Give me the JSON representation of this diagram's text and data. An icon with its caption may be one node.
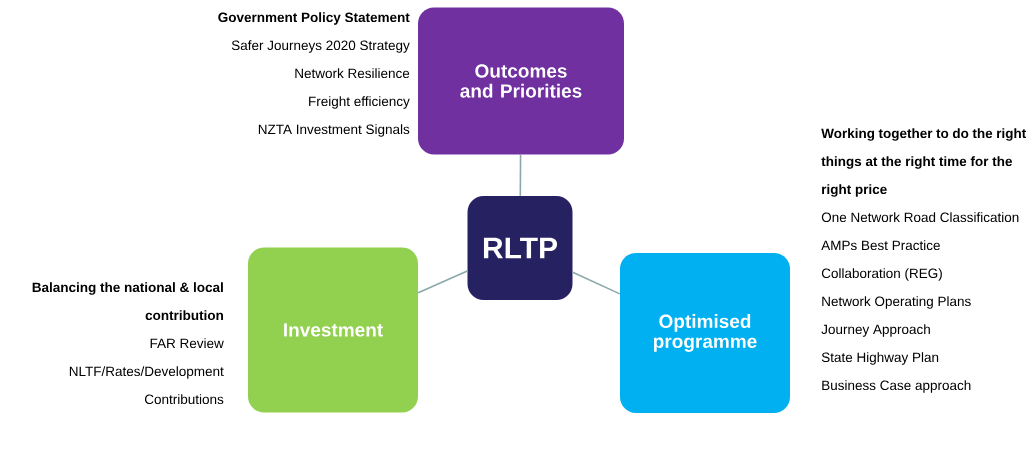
{
  "diagram": {
    "nodes": [
      {
        "text": [
          "Outcomes and Priorities"
        ],
        "beside": [
          "Government Policy Statement",
          "Safer Journeys 2020 Strategy",
          "Network Resilience",
          "Freight efficiency",
          "NZTA Investment Signals"
        ]
      },
      {
        "text": [
          "RLTP"
        ]
      },
      {
        "text": [
          "Investment"
        ],
        "beside": [
          "Balancing the national & local contribution",
          "FAR Review",
          "NLTF/Rates/Development Contributions"
        ]
      },
      {
        "text": [
          "Optimised programme"
        ],
        "beside": [
          "Working together to do the right things at the right time for the right price",
          "One Network Road Classification",
          "AMPs Best Practice",
          "Collaboration (REG)",
          "Network Operating Plans",
          "Journey Approach",
          "State Highway Plan",
          "Business Case approach"
        ]
      }
    ],
    "edges": [
      {
        "from": 1,
        "to": 0,
        "arrow": "none"
      },
      {
        "from": 1,
        "to": 2,
        "arrow": "none"
      },
      {
        "from": 1,
        "to": 3,
        "arrow": "none"
      }
    ]
  }
}
